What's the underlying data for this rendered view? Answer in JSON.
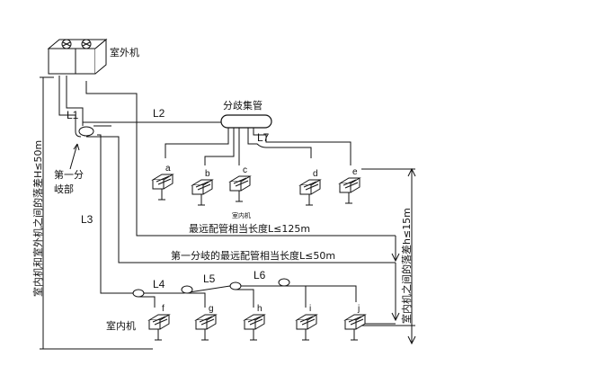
{
  "outdoor_unit_label": "室外机",
  "header_label": "分歧集管",
  "first_branch_label": [
    "第一分",
    "岐部"
  ],
  "segment_labels": {
    "L1": "L1",
    "L2": "L2",
    "L3": "L3",
    "L4": "L4",
    "L5": "L5",
    "L6": "L6",
    "L7": "L7"
  },
  "upper_unit_labels": [
    "a",
    "b",
    "c",
    "d",
    "e"
  ],
  "lower_unit_labels": [
    "f",
    "g",
    "h",
    "i",
    "j"
  ],
  "indoor_unit_small_label": "室内机",
  "indoor_unit_label": "室内机",
  "farthest_length_label": "最远配管相当长度L≤125m",
  "first_branch_farthest_label": "第一分岐的最远配管相当长度L≤50m",
  "left_height_label": "室内机和室外机之间的落差H≤50m",
  "right_height_label": "室内机之间的落差h≤15m"
}
